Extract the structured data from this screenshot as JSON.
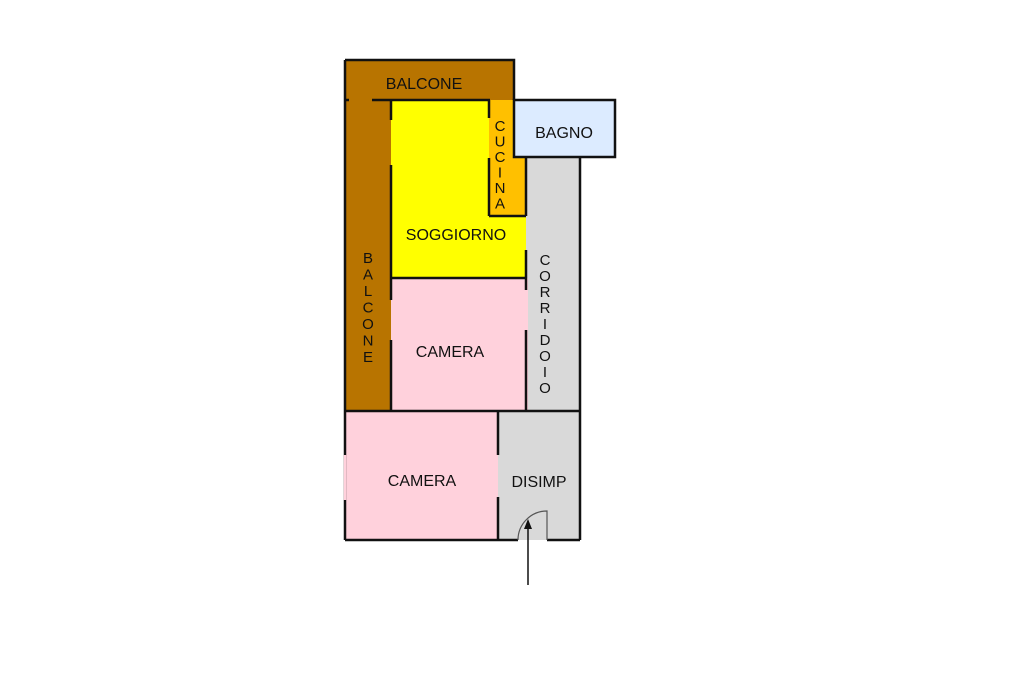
{
  "rooms": {
    "balcone_top": {
      "label": "BALCONE",
      "color": "#b87400"
    },
    "balcone_left": {
      "label": "BALCONE",
      "color": "#b87400"
    },
    "cucina": {
      "label": "CUCINA",
      "color": "#ffc000"
    },
    "bagno": {
      "label": "BAGNO",
      "color": "#dcebff"
    },
    "soggiorno": {
      "label": "SOGGIORNO",
      "color": "#ffff00"
    },
    "corridoio": {
      "label": "CORRIDOIO",
      "color": "#d9d9d9"
    },
    "camera_1": {
      "label": "CAMERA",
      "color": "#ffd1dc"
    },
    "camera_2": {
      "label": "CAMERA",
      "color": "#ffd1dc"
    },
    "disimp": {
      "label": "DISIMP",
      "color": "#d9d9d9"
    }
  },
  "wall_color": "#111111",
  "entrance": {
    "icon": "entrance-arrow-icon"
  }
}
